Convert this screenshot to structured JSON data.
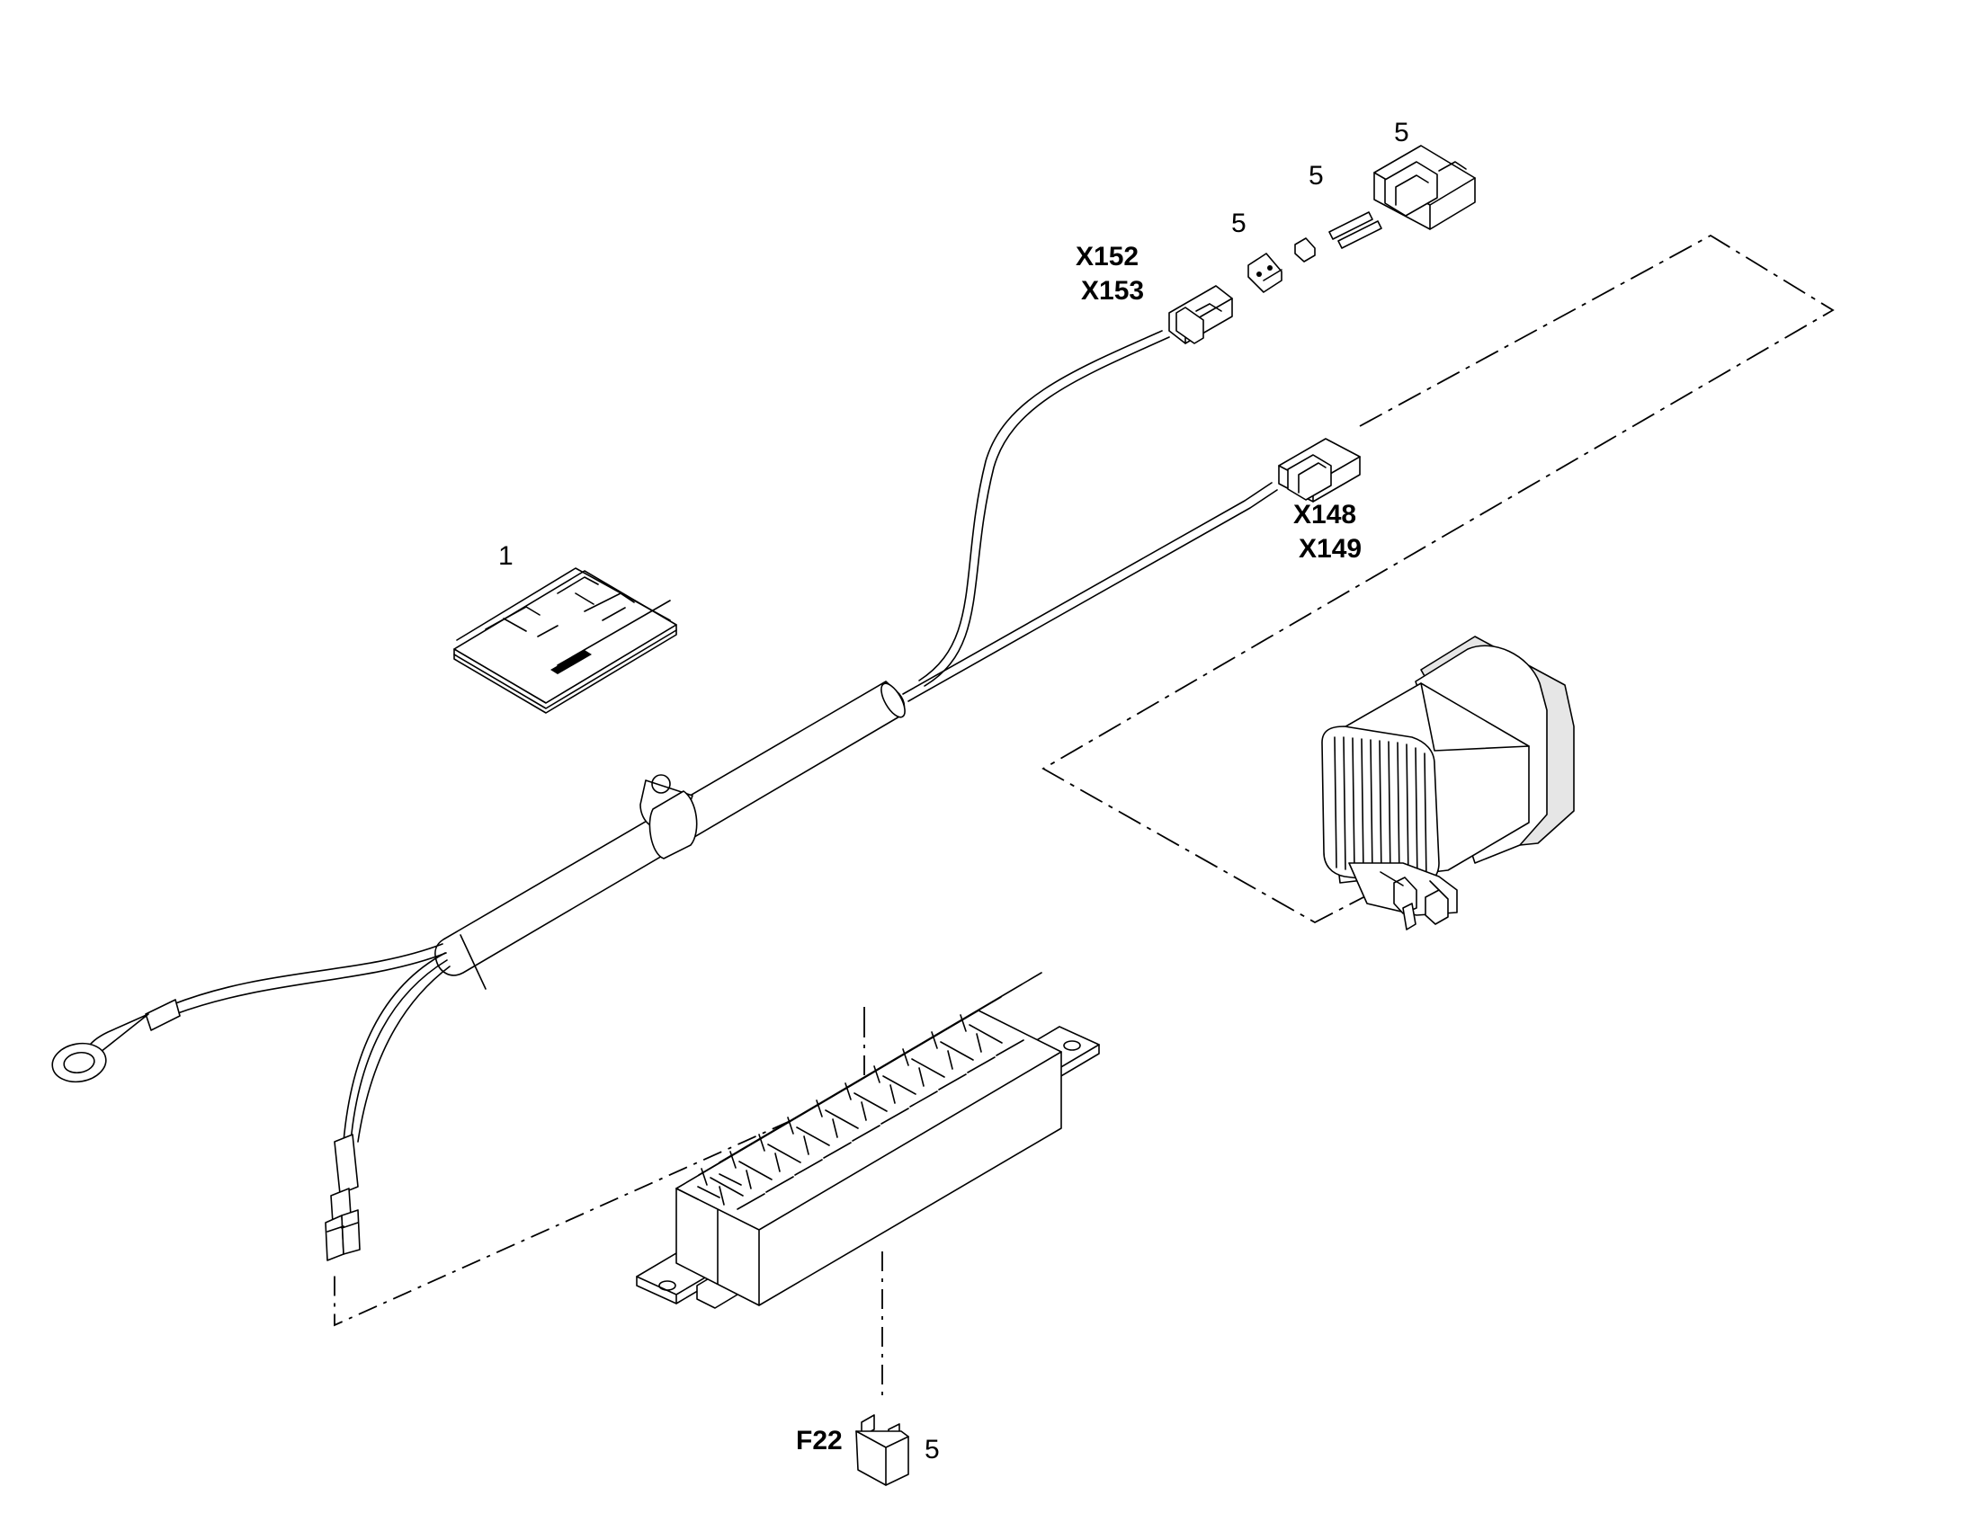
{
  "labels": {
    "item_1": "1",
    "item_5_top": "5",
    "item_5_mid": "5",
    "item_5_small": "5",
    "item_5_fuse": "5",
    "x152": "X152",
    "x153": "X153",
    "x148": "X148",
    "x149": "X149",
    "f22": "F22"
  }
}
